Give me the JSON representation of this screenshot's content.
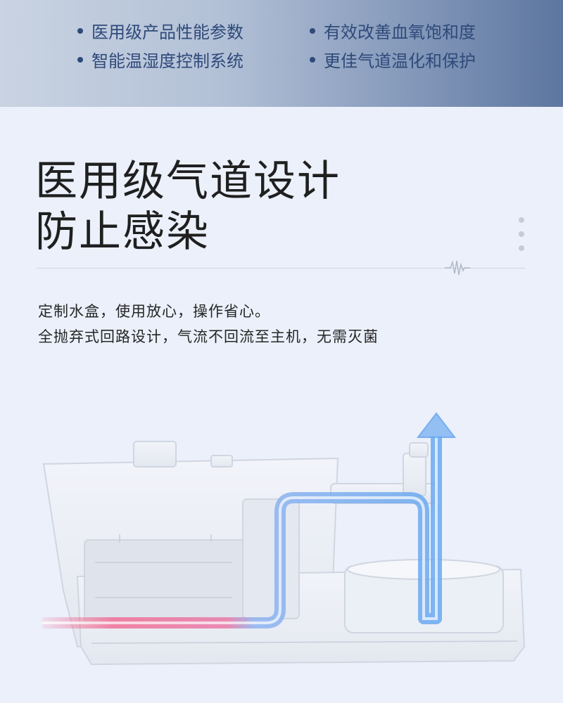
{
  "banner": {
    "features": [
      "医用级产品性能参数",
      "有效改善血氧饱和度",
      "智能温湿度控制系统",
      "更佳气道温化和保护"
    ]
  },
  "headline": {
    "line1": "医用级气道设计",
    "line2": "防止感染"
  },
  "description": {
    "line1": "定制水盒，使用放心，操作省心。",
    "line2": "全抛弃式回路设计，气流不回流至主机，无需灭菌"
  },
  "colors": {
    "banner_text": "#2f4a7a",
    "airflow_warm": "#f06f96",
    "airflow_cool": "#6aa9f0",
    "page_background": "#ebf0fb"
  },
  "icons": [
    "more-dots-icon",
    "waveform-icon",
    "airflow-arrow-icon"
  ]
}
